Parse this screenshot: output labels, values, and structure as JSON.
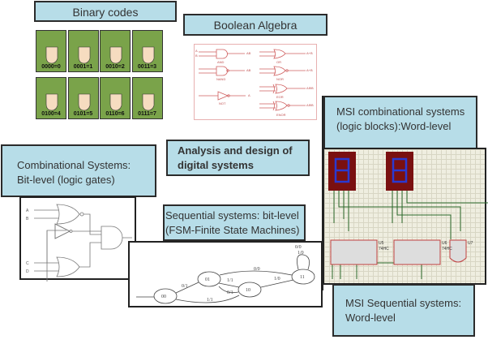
{
  "boxes": {
    "binary": "Binary codes",
    "boolean": "Boolean Algebra",
    "analysis1": "Analysis and design of",
    "analysis2": "digital systems",
    "comb1": "Combinational Systems:",
    "comb2": "Bit-level (logic gates)",
    "seq1": "Sequential systems: bit-level",
    "seq2": "(FSM-Finite State Machines)",
    "msicomb1": "MSI combinational systems",
    "msicomb2": "(logic blocks):Word-level",
    "msiseq1": "MSI Sequential systems:",
    "msiseq2": "Word-level"
  },
  "binary_tiles": [
    "0000=0",
    "0001=1",
    "0010=2",
    "0011=3",
    "0100=4",
    "0101=5",
    "0110=6",
    "0111=7"
  ],
  "gates": {
    "and": "AND",
    "or": "OR",
    "nand": "NAND",
    "nor": "NOR",
    "not": "NOT",
    "eor": "EOR",
    "enor": "ENOR",
    "a": "A",
    "b": "B",
    "ab": "AB",
    "apb": "A+B",
    "axb": "A⊕B"
  },
  "logic_inputs": [
    "A",
    "B",
    "C",
    "D"
  ],
  "fsm": {
    "states": [
      "00",
      "01",
      "10",
      "11"
    ],
    "labels": [
      "0/1",
      "1/1",
      "0/1",
      "1/1",
      "0/0",
      "1/0",
      "1/0",
      "0/0"
    ]
  },
  "circuit": {
    "u5": "U5",
    "u6": "U6",
    "u7": "U7",
    "chip": "74HC"
  },
  "colors": {
    "box_fill": "#b7dde8",
    "tile_green": "#7aa34a",
    "gate_red": "#d06060",
    "display_red": "#7a1010",
    "display_blue": "#2a3ad0"
  }
}
